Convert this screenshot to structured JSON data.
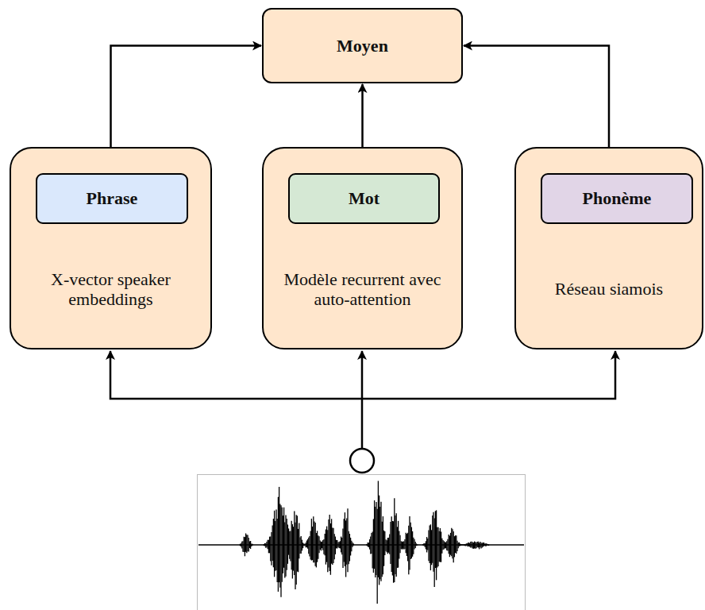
{
  "diagram": {
    "nodes": [
      {
        "text": [
          "Moyen"
        ]
      },
      {
        "text": [
          "X-vector speaker embeddings"
        ]
      },
      {
        "text": [
          "Phrase"
        ],
        "in": 1
      },
      {
        "text": [
          "Modèle recurrent avec auto-attention"
        ]
      },
      {
        "text": [
          "Mot"
        ],
        "in": 3
      },
      {
        "text": [
          "Réseau siamois"
        ]
      },
      {
        "text": [
          "Phonème"
        ],
        "in": 5
      }
    ],
    "edges": [
      {
        "from": 1,
        "to": 0,
        "arrow": "to"
      },
      {
        "from": 3,
        "to": 0,
        "arrow": "to"
      },
      {
        "from": 5,
        "to": 0,
        "arrow": "to"
      }
    ]
  }
}
